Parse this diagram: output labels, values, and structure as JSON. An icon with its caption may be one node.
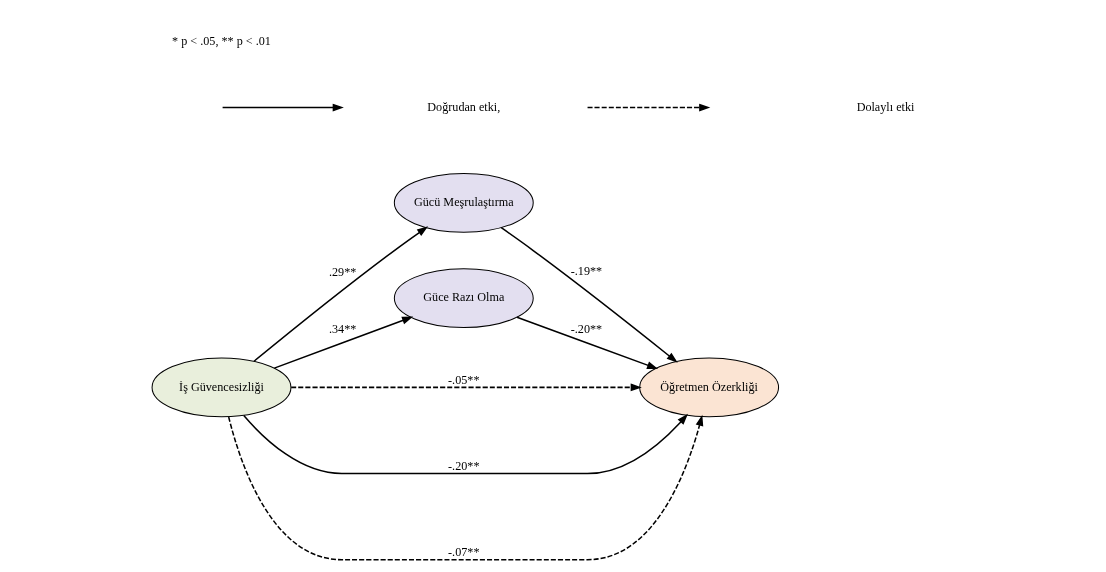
{
  "diagram": {
    "nodes": [
      {
        "text": [
          "İş Güvencesizliği"
        ]
      },
      {
        "text": [
          "Gücü Meşrulaştırma"
        ]
      },
      {
        "text": [
          "Güce Razı Olma"
        ]
      },
      {
        "text": [
          "Öğretmen Özerkliği"
        ]
      }
    ],
    "edges": [
      {
        "from": 0,
        "to": 3,
        "arrow": "to",
        "label": "-.05**",
        "style": "dashed"
      },
      {
        "from": 0,
        "to": 1,
        "arrow": "to",
        "label": ".29**"
      },
      {
        "from": 1,
        "to": 3,
        "arrow": "to",
        "label": "-.19**"
      },
      {
        "from": 0,
        "to": 3,
        "arrow": "to",
        "label": "-.20**"
      },
      {
        "from": 0,
        "to": 2,
        "arrow": "to",
        "label": ".34**"
      },
      {
        "from": 2,
        "to": 3,
        "arrow": "to",
        "label": "-.20**"
      },
      {
        "from": 0,
        "to": 3,
        "arrow": "to",
        "label": "-.07**",
        "style": "dashed"
      }
    ],
    "labels": [
      "* p < .05, ** p < .01"
    ],
    "legend": [
      {
        "text": "Doğrudan etki,"
      },
      {
        "text": "Dolaylı etki"
      }
    ]
  }
}
